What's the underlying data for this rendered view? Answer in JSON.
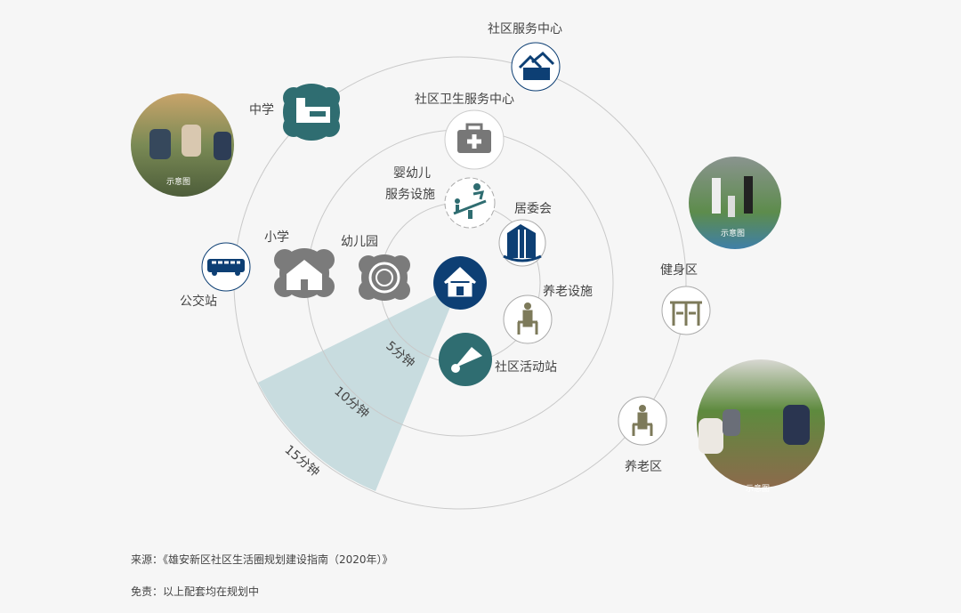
{
  "rings": {
    "r5": "5分钟",
    "r10": "10分钟",
    "r15": "15分钟"
  },
  "facilities": {
    "community_service_center": "社区服务中心",
    "community_health_center": "社区卫生服务中心",
    "middle_school": "中学",
    "infant_services_line1": "婴幼儿",
    "infant_services_line2": "服务设施",
    "residents_committee": "居委会",
    "primary_school": "小学",
    "kindergarten": "幼儿园",
    "elderly_facilities": "养老设施",
    "community_activity_station": "社区活动站",
    "bus_stop": "公交站",
    "fitness_area": "健身区",
    "elderly_area": "养老区"
  },
  "photo_caption": "示意图",
  "footer": {
    "source": "来源：《雄安新区社区生活圈规划建设指南（2020年）》",
    "disclaimer": "免责：以上配套均在规划中"
  },
  "colors": {
    "navy": "#0d3f74",
    "teal": "#2f6d71",
    "gray": "#7b7b7b",
    "olive": "#7d7a5a",
    "wedge": "#c8dcdf"
  }
}
